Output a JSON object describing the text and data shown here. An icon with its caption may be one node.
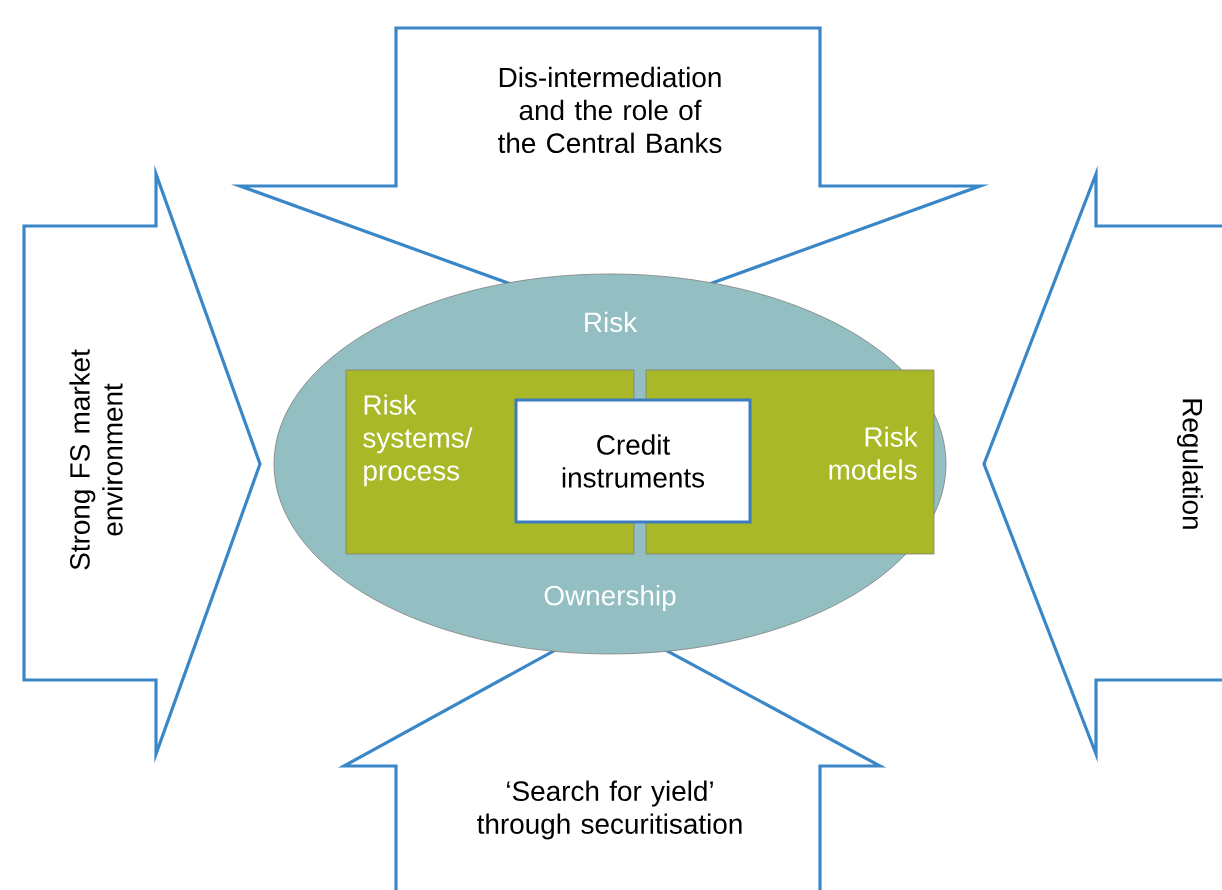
{
  "diagram": {
    "nodes": [
      {
        "text": [
          "Dis-intermediation and the role of the Central Banks"
        ]
      },
      {
        "text": [
          "Strong FS market environment"
        ]
      },
      {
        "text": [
          "Risk",
          "Ownership"
        ]
      },
      {
        "text": [
          "Risk systems/ process"
        ],
        "in": 2
      },
      {
        "text": [
          "Credit instruments"
        ],
        "in": 2
      },
      {
        "text": [
          "Risk models"
        ],
        "in": 2
      },
      {
        "text": [
          "Regulation"
        ]
      },
      {
        "text": [
          "‘Search for yield’ through securitisation"
        ]
      }
    ]
  }
}
